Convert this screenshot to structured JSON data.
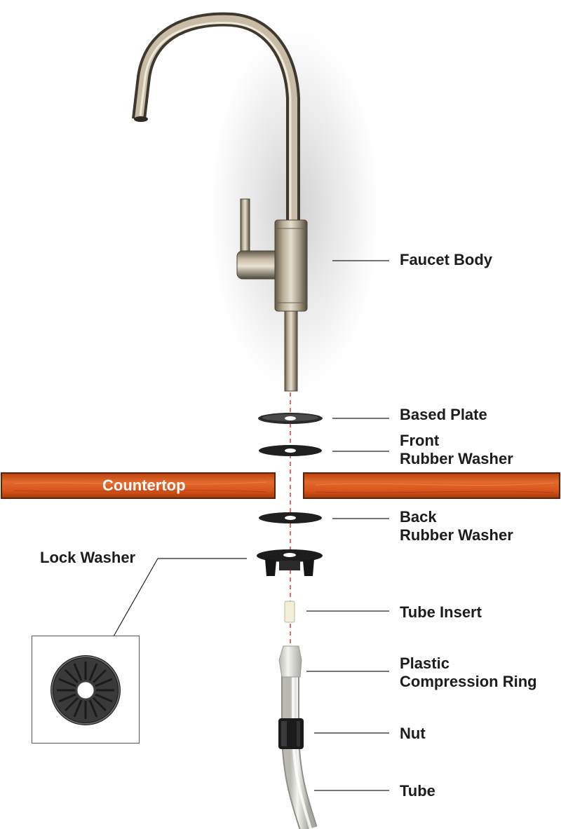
{
  "countertop": {
    "label": "Countertop"
  },
  "parts": [
    {
      "id": "faucet-body",
      "lines": [
        "Faucet Body"
      ]
    },
    {
      "id": "based-plate",
      "lines": [
        "Based Plate"
      ]
    },
    {
      "id": "front-rubber-washer",
      "lines": [
        "Front",
        "Rubber Washer"
      ]
    },
    {
      "id": "back-rubber-washer",
      "lines": [
        "Back",
        "Rubber Washer"
      ]
    },
    {
      "id": "lock-washer",
      "lines": [
        "Lock Washer"
      ]
    },
    {
      "id": "tube-insert",
      "lines": [
        "Tube Insert"
      ]
    },
    {
      "id": "plastic-compression-ring",
      "lines": [
        "Plastic",
        "Compression Ring"
      ]
    },
    {
      "id": "nut",
      "lines": [
        "Nut"
      ]
    },
    {
      "id": "tube",
      "lines": [
        "Tube"
      ]
    }
  ],
  "colors": {
    "countertop": "#d9541a",
    "guide_line": "#e0383a",
    "metal": "#9a8c76",
    "rubber": "#1f1f1f",
    "tube": "#e8e8e2"
  }
}
